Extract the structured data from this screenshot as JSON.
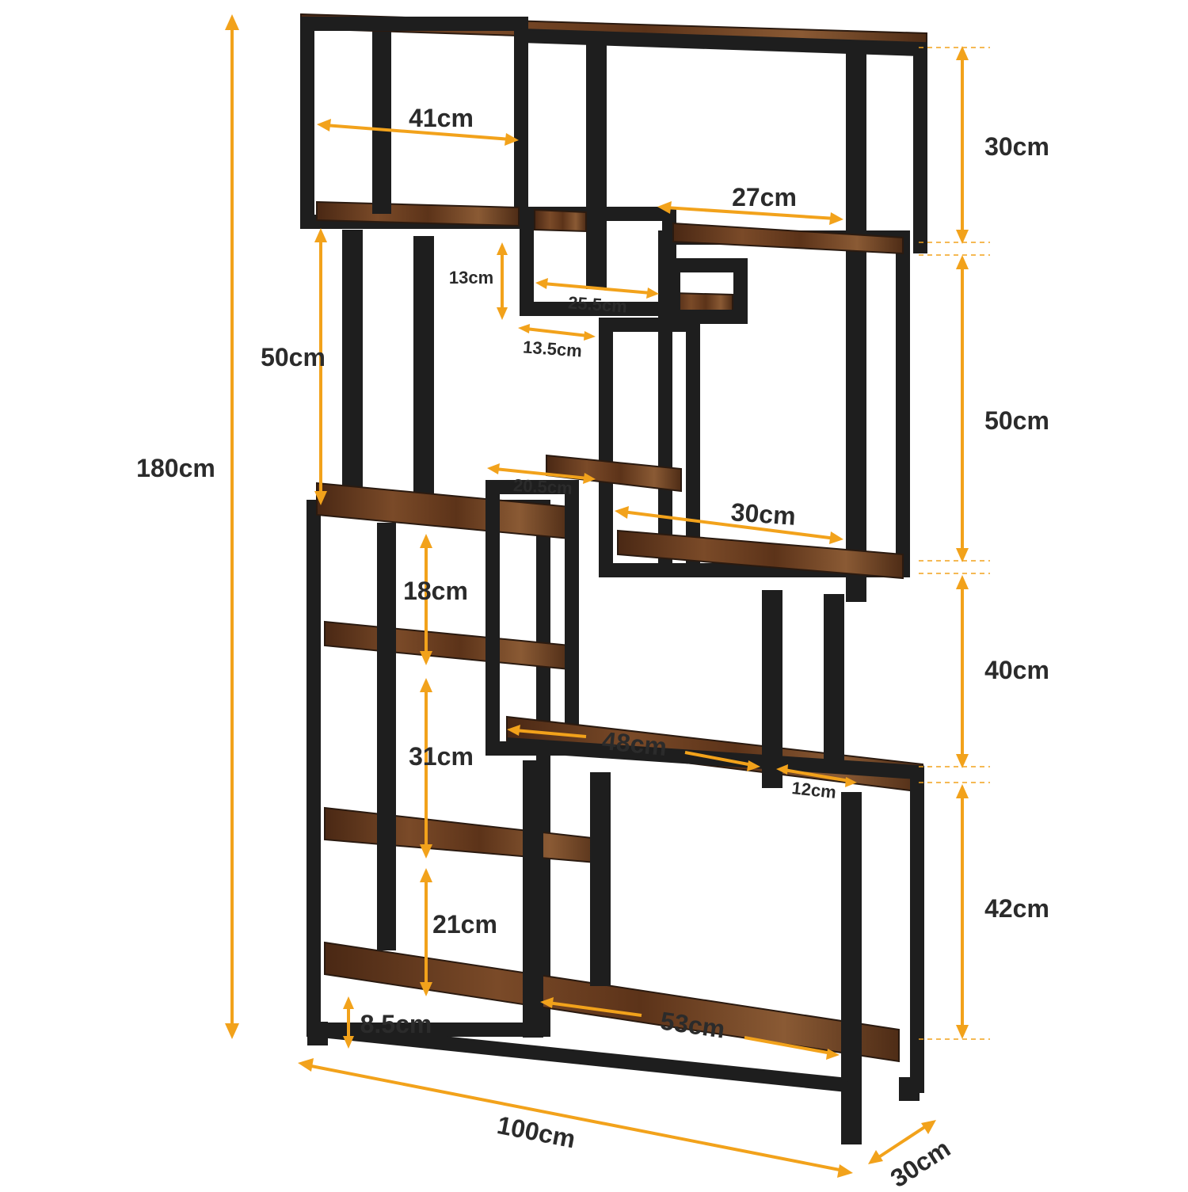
{
  "diagram": {
    "accent_color": "#f2a21b",
    "frame_color": "#1e1e1e",
    "wood_color": "#6b3f22",
    "dimensions": {
      "total_height": "180cm",
      "total_width": "100cm",
      "depth": "30cm",
      "top_left_width": "41cm",
      "top_right_shelf_width": "27cm",
      "right_top_height": "30cm",
      "right_upper_height": "50cm",
      "right_middle_height": "40cm",
      "right_lower_height": "42cm",
      "left_upper_height": "50cm",
      "small_gap_height": "13cm",
      "center_small_width": "25.5cm",
      "center_step_width": "13.5cm",
      "center_mid_width": "20.5cm",
      "right_mid_width": "30cm",
      "left_shelf_1_height": "18cm",
      "left_shelf_2_height": "31cm",
      "left_shelf_3_height": "21cm",
      "foot_height": "8.5cm",
      "middle_long_width": "48cm",
      "right_small_width": "12cm",
      "bottom_long_width": "53cm"
    }
  }
}
